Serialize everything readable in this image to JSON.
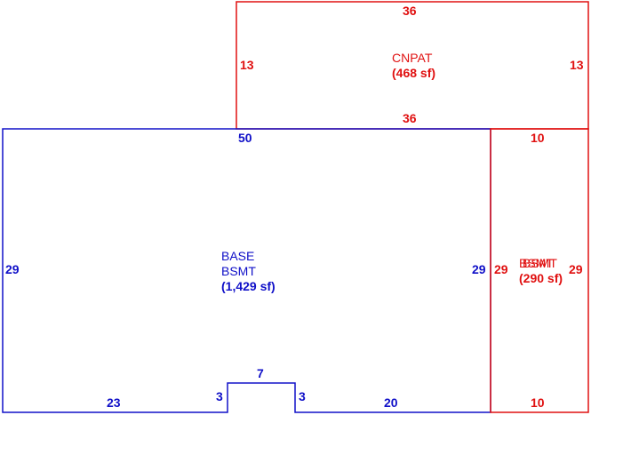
{
  "colors": {
    "base_line": "#1010c8",
    "cnpat_line": "#e01010",
    "bsmt_line": "#e01010",
    "background": "#ffffff"
  },
  "cnpat": {
    "code": "CNPAT",
    "area": "(468 sf)",
    "dims": {
      "top": "36",
      "bottom": "36",
      "left": "13",
      "right": "13"
    }
  },
  "base": {
    "code": "BASE",
    "sub": "BSMT",
    "area": "(1,429 sf)",
    "dims": {
      "top": "50",
      "left": "29",
      "right": "29",
      "bottom_left": "23",
      "notch_left": "3",
      "notch_top": "7",
      "notch_right": "3",
      "bottom_right": "20"
    }
  },
  "bsmt_addition": {
    "code": "BSMT",
    "overlap_code": "BSMT",
    "area": "(290 sf)",
    "dims": {
      "top": "10",
      "bottom": "10",
      "left": "29",
      "right": "29"
    }
  }
}
